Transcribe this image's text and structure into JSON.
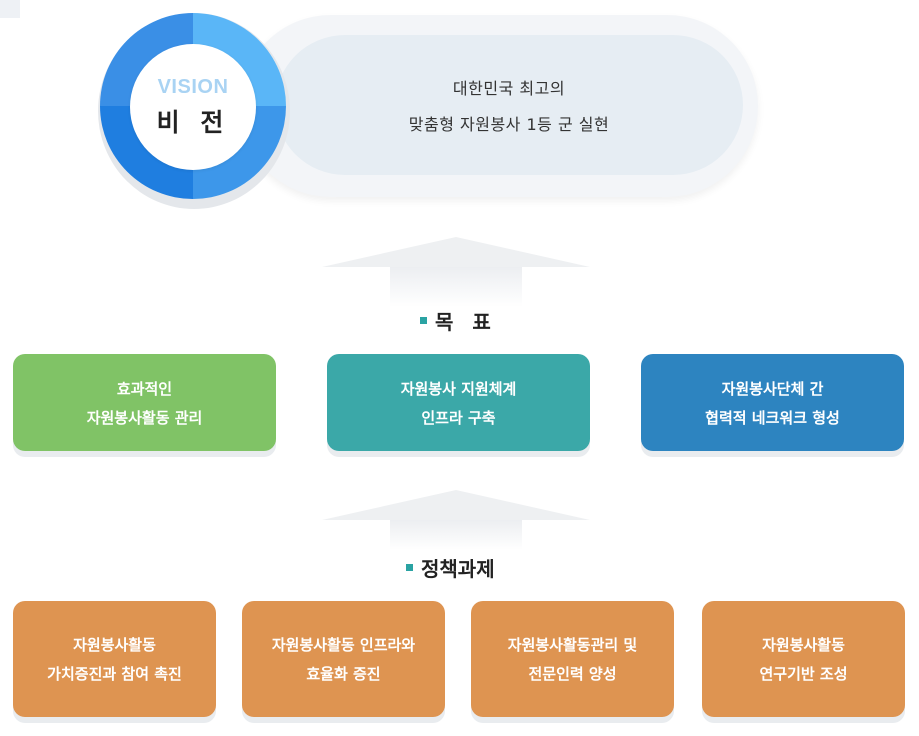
{
  "vision": {
    "title_en": "VISION",
    "title_ko": "비 전",
    "statement_line1": "대한민국 최고의",
    "statement_line2": "맞춤형 자원봉사 1등 군 실현"
  },
  "goals": {
    "label": "목 표",
    "items": [
      {
        "line1": "효과적인",
        "line2": "자원봉사활동 관리",
        "color": "#80c366"
      },
      {
        "line1": "자원봉사 지원체계",
        "line2": "인프라 구축",
        "color": "#3ba8a8"
      },
      {
        "line1": "자원봉사단체 간",
        "line2": "협력적 네크워크 형성",
        "color": "#2d84c0"
      }
    ]
  },
  "policy_tasks": {
    "label": "정책과제",
    "items": [
      {
        "line1": "자원봉사활동",
        "line2": "가치증진과 참여 촉진"
      },
      {
        "line1": "자원봉사활동 인프라와",
        "line2": "효율화 증진"
      },
      {
        "line1": "자원봉사활동관리 및",
        "line2": "전문인력 양성"
      },
      {
        "line1": "자원봉사활동",
        "line2": "연구기반 조성"
      }
    ],
    "color": "#de9451"
  },
  "accent_colors": {
    "vision_ring": "#3d97ea",
    "bullet": "#2aa3a3"
  }
}
